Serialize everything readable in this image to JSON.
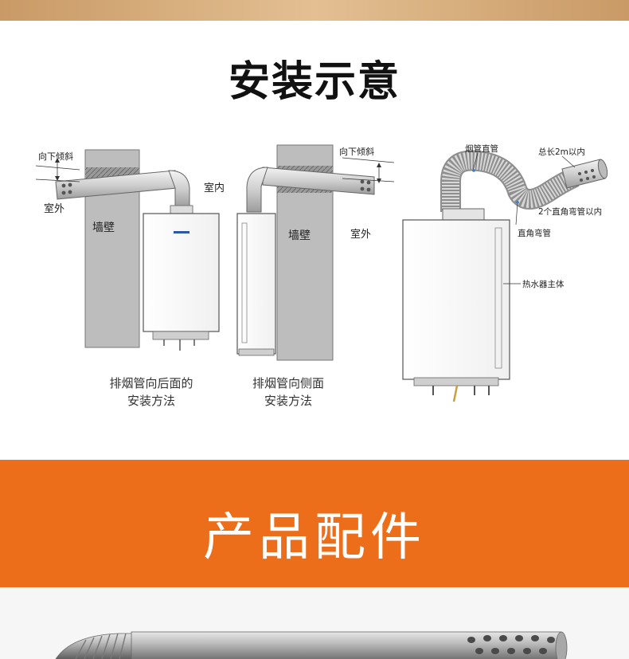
{
  "install": {
    "title": "安装示意",
    "diagram1": {
      "label_slope": "向下倾斜",
      "label_indoor": "室内",
      "label_outdoor": "室外",
      "label_wall": "墙壁",
      "caption_line1": "排烟管向后面的",
      "caption_line2": "安装方法"
    },
    "diagram2": {
      "label_slope": "向下倾斜",
      "label_wall": "墙壁",
      "label_outdoor": "室外",
      "caption_line1": "排烟管向侧面",
      "caption_line2": "安装方法"
    },
    "diagram3": {
      "label_straight_pipe": "烟管直管",
      "label_total_length": "总长2m以内",
      "label_elbow_count": "2个直角弯管以内",
      "label_elbow": "直角弯管",
      "label_main_body": "热水器主体"
    }
  },
  "accessories": {
    "title": "产品配件"
  },
  "colors": {
    "accent_orange": "#ec6e1a",
    "top_band": "#d9b283"
  }
}
